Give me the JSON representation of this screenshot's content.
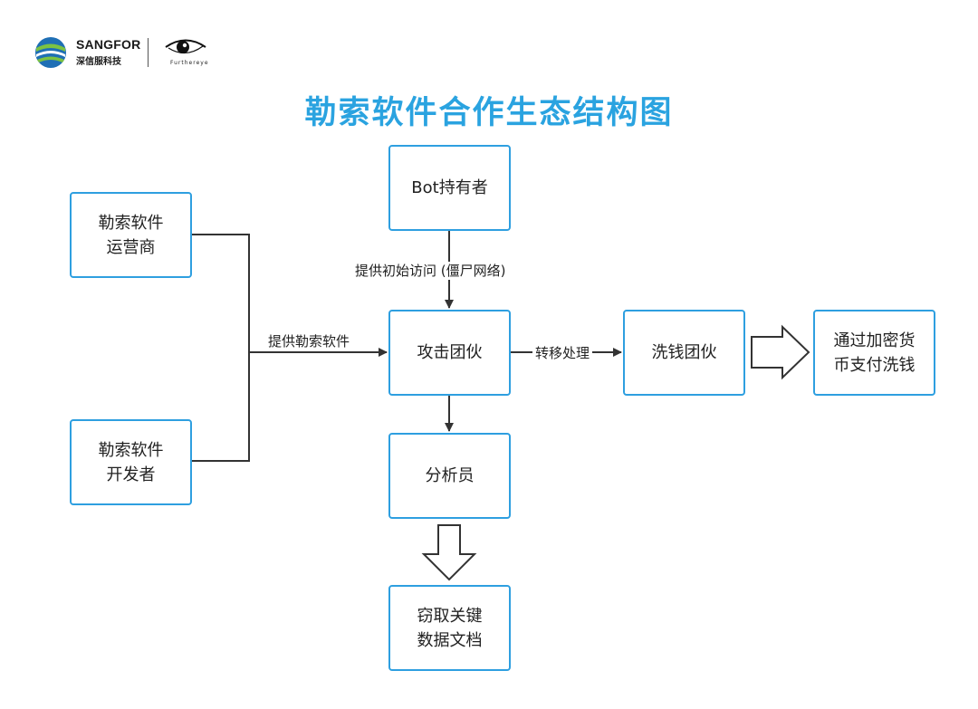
{
  "header": {
    "brand_name": "SANGFOR",
    "brand_sub": "深信服科技",
    "partner_sub": "Furthereye",
    "title": "勒索软件合作生态结构图"
  },
  "nodes": {
    "ransomware_operator": "勒索软件\n运营商",
    "ransomware_developer": "勒索软件\n开发者",
    "bot_holder": "Bot持有者",
    "attack_group": "攻击团伙",
    "laundering_group": "洗钱团伙",
    "crypto_payment": "通过加密货\n币支付洗钱",
    "analyst": "分析员",
    "steal_data": "窃取关键\n数据文档"
  },
  "edges": {
    "initial_access": "提供初始访问 (僵尸网络)",
    "provide_ransomware": "提供勒索软件",
    "transfer": "转移处理"
  },
  "colors": {
    "accent": "#2aa3e0",
    "box_border": "#2e9fe0",
    "line": "#333333"
  }
}
